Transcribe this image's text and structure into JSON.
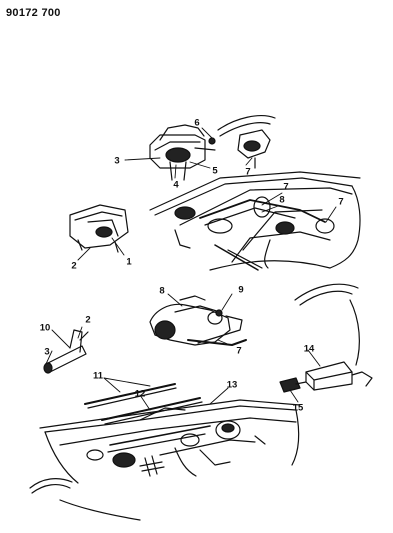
{
  "diagram_code": "90172 700",
  "callouts": [
    "1",
    "2",
    "3",
    "4",
    "5",
    "6",
    "7",
    "8",
    "9",
    "10",
    "11",
    "12",
    "13",
    "14",
    "15"
  ]
}
